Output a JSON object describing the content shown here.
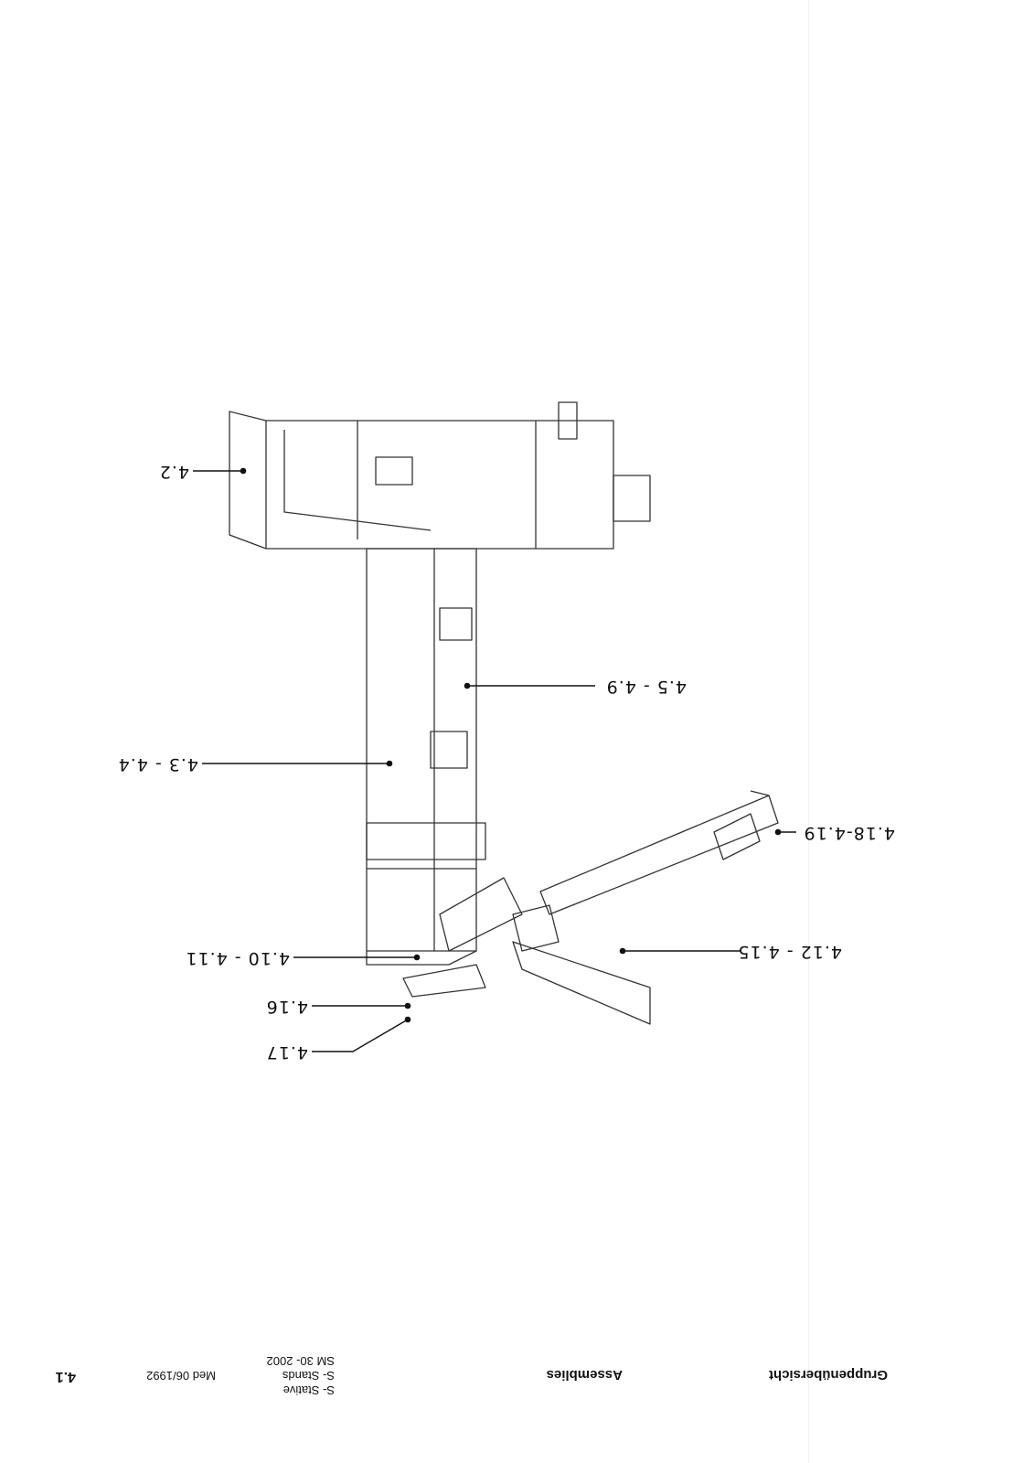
{
  "footer": {
    "title_de": "Gruppenübersicht",
    "title_en": "Assemblies",
    "model_lines": [
      "S- Stative",
      "S- Stands",
      "SM 30- 2002"
    ],
    "edition": "Med 06/1992",
    "page_number": "4.1"
  },
  "callouts": [
    {
      "id": "c1",
      "label": "4.2"
    },
    {
      "id": "c2",
      "label": "4.5 - 4.9"
    },
    {
      "id": "c3",
      "label": "4.3 - 4.4"
    },
    {
      "id": "c4",
      "label": "4.18-4.19"
    },
    {
      "id": "c5",
      "label": "4.10 - 4.11"
    },
    {
      "id": "c6",
      "label": "4.12 - 4.15"
    },
    {
      "id": "c7",
      "label": "4.16"
    },
    {
      "id": "c8",
      "label": "4.17"
    }
  ]
}
